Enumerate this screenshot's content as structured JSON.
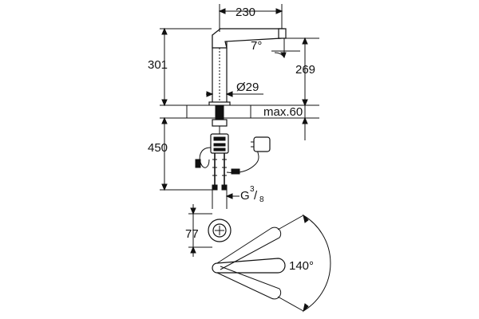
{
  "dimensions": {
    "spout_reach": "230",
    "spout_angle": "7°",
    "spout_height": "301",
    "outlet_height": "269",
    "body_diameter": "Ø29",
    "deck_thickness": "max.60",
    "underdeck_length": "450",
    "thread_prefix": "G",
    "thread_num": "3",
    "thread_den": "8",
    "base_diameter": "77",
    "swivel_angle": "140°"
  },
  "colors": {
    "line": "#111111",
    "background": "#ffffff"
  }
}
